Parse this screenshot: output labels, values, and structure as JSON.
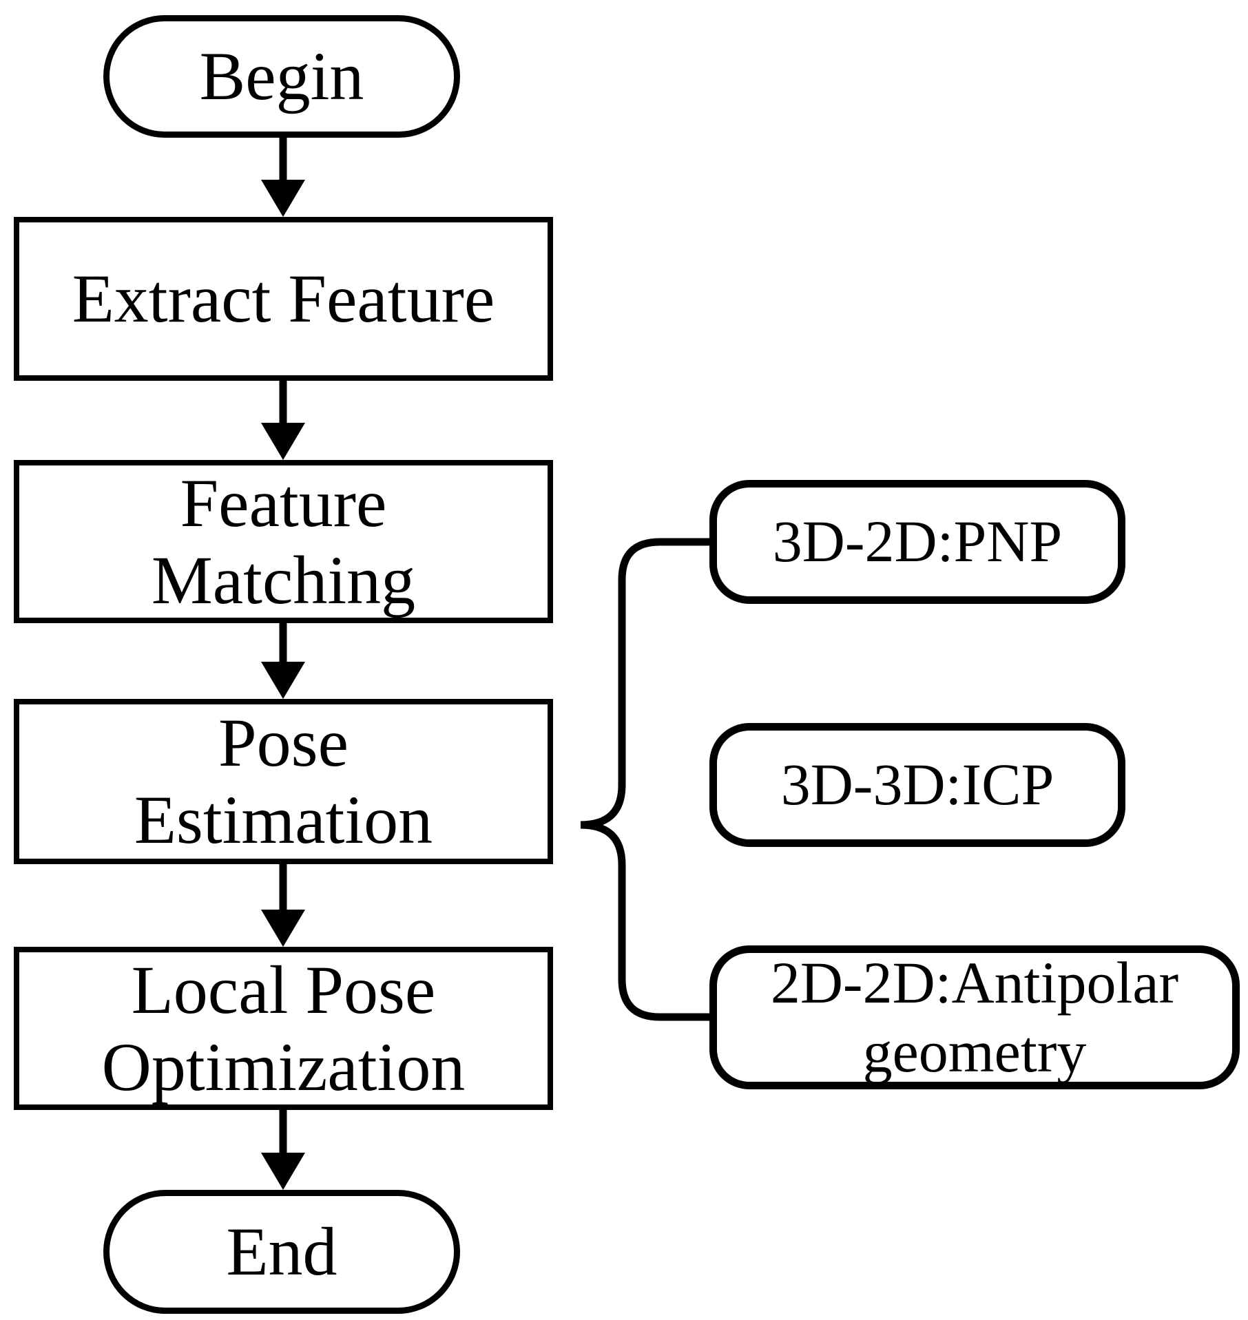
{
  "flowchart": {
    "colors": {
      "background": "#ffffff",
      "stroke": "#000000",
      "node_fill": "#ffffff",
      "text": "#000000"
    },
    "main_flow": [
      {
        "type": "terminator",
        "lines": [
          "Begin"
        ]
      },
      {
        "type": "process",
        "lines": [
          "Extract Feature"
        ]
      },
      {
        "type": "process",
        "lines": [
          "Feature",
          "Matching"
        ]
      },
      {
        "type": "process",
        "lines": [
          "Pose",
          "Estimation"
        ]
      },
      {
        "type": "process",
        "lines": [
          "Local Pose",
          "Optimization"
        ]
      },
      {
        "type": "terminator",
        "lines": [
          "End"
        ]
      }
    ],
    "branch": {
      "source": "Pose Estimation",
      "options": [
        {
          "lines": [
            "3D-2D:PNP"
          ]
        },
        {
          "lines": [
            "3D-3D:ICP"
          ]
        },
        {
          "lines": [
            "2D-2D:Antipolar",
            "geometry"
          ]
        }
      ]
    }
  }
}
